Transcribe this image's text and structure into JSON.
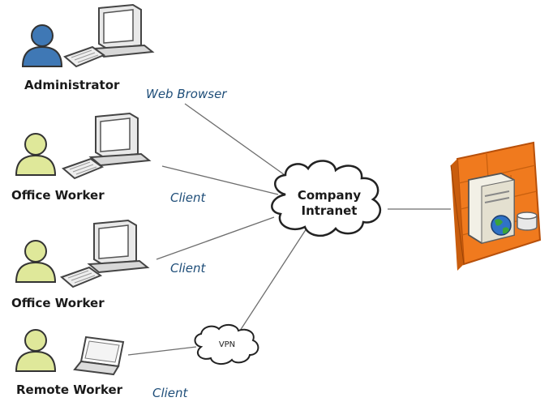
{
  "nodes": {
    "administrator": {
      "label": "Administrator",
      "connection": "Web Browser"
    },
    "office_worker_1": {
      "label": "Office Worker",
      "connection": "Client"
    },
    "office_worker_2": {
      "label": "Office Worker",
      "connection": "Client"
    },
    "remote_worker": {
      "label": "Remote Worker",
      "connection": "Client"
    }
  },
  "network": {
    "intranet_line1": "Company",
    "intranet_line2": "Intranet",
    "vpn": "VPN"
  },
  "colors": {
    "admin_person": "#3f78b5",
    "worker_person": "#dfe89a",
    "connection_text": "#1f4e79",
    "server_frame": "#f07a1e",
    "line": "#6e6e6e"
  },
  "icons": [
    "person-icon",
    "desktop-computer-icon",
    "keyboard-icon",
    "laptop-icon",
    "cloud-icon",
    "server-icon",
    "firewall-icon",
    "globe-icon",
    "database-icon"
  ]
}
